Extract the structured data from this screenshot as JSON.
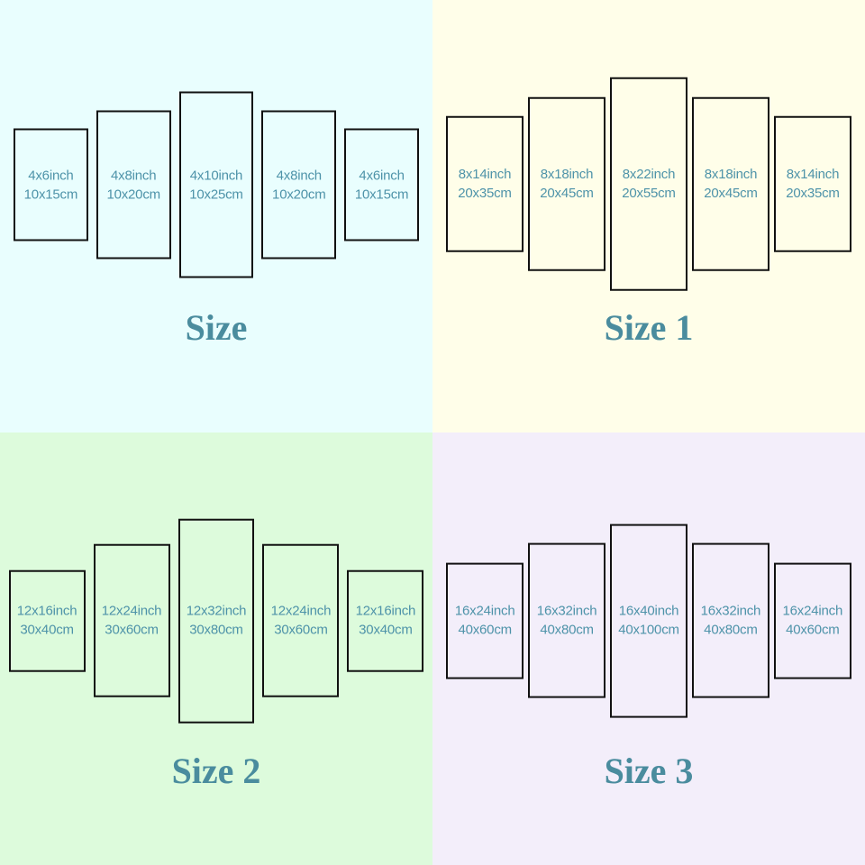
{
  "colors": {
    "label_text": "#4e93a9",
    "title_text": "#4a8c9e",
    "panel_border": "#111111"
  },
  "quadrants": [
    {
      "title": "Size",
      "bg": "#e9fefe",
      "panels": [
        {
          "inch": "4x6inch",
          "cm": "10x15cm",
          "w_in": 4,
          "h_in": 6
        },
        {
          "inch": "4x8inch",
          "cm": "10x20cm",
          "w_in": 4,
          "h_in": 8
        },
        {
          "inch": "4x10inch",
          "cm": "10x25cm",
          "w_in": 4,
          "h_in": 10
        },
        {
          "inch": "4x8inch",
          "cm": "10x20cm",
          "w_in": 4,
          "h_in": 8
        },
        {
          "inch": "4x6inch",
          "cm": "10x15cm",
          "w_in": 4,
          "h_in": 6
        }
      ]
    },
    {
      "title": "Size 1",
      "bg": "#fffee9",
      "panels": [
        {
          "inch": "8x14inch",
          "cm": "20x35cm",
          "w_in": 8,
          "h_in": 14
        },
        {
          "inch": "8x18inch",
          "cm": "20x45cm",
          "w_in": 8,
          "h_in": 18
        },
        {
          "inch": "8x22inch",
          "cm": "20x55cm",
          "w_in": 8,
          "h_in": 22
        },
        {
          "inch": "8x18inch",
          "cm": "20x45cm",
          "w_in": 8,
          "h_in": 18
        },
        {
          "inch": "8x14inch",
          "cm": "20x35cm",
          "w_in": 8,
          "h_in": 14
        }
      ]
    },
    {
      "title": "Size 2",
      "bg": "#ddfbdc",
      "panels": [
        {
          "inch": "12x16inch",
          "cm": "30x40cm",
          "w_in": 12,
          "h_in": 16
        },
        {
          "inch": "12x24inch",
          "cm": "30x60cm",
          "w_in": 12,
          "h_in": 24
        },
        {
          "inch": "12x32inch",
          "cm": "30x80cm",
          "w_in": 12,
          "h_in": 32
        },
        {
          "inch": "12x24inch",
          "cm": "30x60cm",
          "w_in": 12,
          "h_in": 24
        },
        {
          "inch": "12x16inch",
          "cm": "30x40cm",
          "w_in": 12,
          "h_in": 16
        }
      ]
    },
    {
      "title": "Size 3",
      "bg": "#f3eefa",
      "panels": [
        {
          "inch": "16x24inch",
          "cm": "40x60cm",
          "w_in": 16,
          "h_in": 24
        },
        {
          "inch": "16x32inch",
          "cm": "40x80cm",
          "w_in": 16,
          "h_in": 32
        },
        {
          "inch": "16x40inch",
          "cm": "40x100cm",
          "w_in": 16,
          "h_in": 40
        },
        {
          "inch": "16x32inch",
          "cm": "40x80cm",
          "w_in": 16,
          "h_in": 32
        },
        {
          "inch": "16x24inch",
          "cm": "40x60cm",
          "w_in": 16,
          "h_in": 24
        }
      ]
    }
  ]
}
